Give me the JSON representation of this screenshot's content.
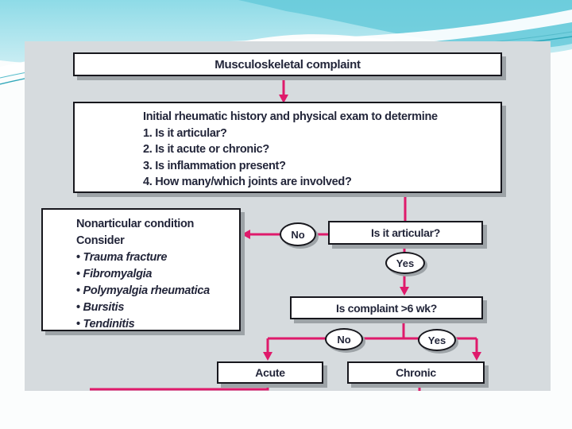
{
  "slide": {
    "accent_pink": "#df1a6b",
    "panel_bg": "#d6dbde",
    "wave_teal_light": "#9adfe9",
    "wave_teal_mid": "#6fcddd",
    "wave_line_teal": "#2fa7b9"
  },
  "flowchart": {
    "root": {
      "label": "Musculoskeletal complaint"
    },
    "exam": {
      "title": "Initial rheumatic history and physical exam to determine",
      "items": [
        "1. Is it articular?",
        "2. Is it acute or chronic?",
        "3. Is inflammation present?",
        "4. How many/which joints are involved?"
      ]
    },
    "nonarticular": {
      "title": "Nonarticular condition",
      "subtitle": "Consider",
      "items": [
        "Trauma fracture",
        "Fibromyalgia",
        "Polymyalgia rheumatica",
        "Bursitis",
        "Tendinitis"
      ]
    },
    "articular_question": {
      "label": "Is it articular?",
      "no": "No",
      "yes": "Yes"
    },
    "duration_question": {
      "label": "Is complaint >6 wk?",
      "no": "No",
      "yes": "Yes"
    },
    "outcomes": {
      "acute": "Acute",
      "chronic": "Chronic"
    }
  }
}
